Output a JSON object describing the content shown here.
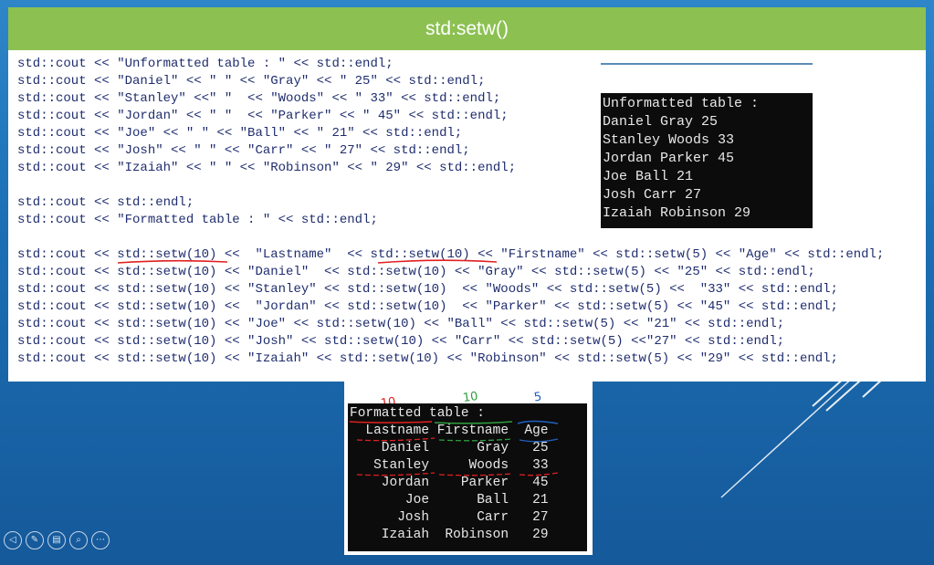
{
  "slide": {
    "title": "std:setw()"
  },
  "code": {
    "lines": [
      "std::cout << \"Unformatted table : \" << std::endl;",
      "std::cout << \"Daniel\" << \" \" << \"Gray\" << \" 25\" << std::endl;",
      "std::cout << \"Stanley\" <<\" \"  << \"Woods\" << \" 33\" << std::endl;",
      "std::cout << \"Jordan\" << \" \"  << \"Parker\" << \" 45\" << std::endl;",
      "std::cout << \"Joe\" << \" \" << \"Ball\" << \" 21\" << std::endl;",
      "std::cout << \"Josh\" << \" \" << \"Carr\" << \" 27\" << std::endl;",
      "std::cout << \"Izaiah\" << \" \" << \"Robinson\" << \" 29\" << std::endl;",
      "",
      "std::cout << std::endl;",
      "std::cout << \"Formatted table : \" << std::endl;",
      "",
      "std::cout << std::setw(10) <<  \"Lastname\"  << std::setw(10) << \"Firstname\" << std::setw(5) << \"Age\" << std::endl;",
      "std::cout << std::setw(10) << \"Daniel\"  << std::setw(10) << \"Gray\" << std::setw(5) << \"25\" << std::endl;",
      "std::cout << std::setw(10) << \"Stanley\" << std::setw(10)  << \"Woods\" << std::setw(5) <<  \"33\" << std::endl;",
      "std::cout << std::setw(10) <<  \"Jordan\" << std::setw(10)  << \"Parker\" << std::setw(5) << \"45\" << std::endl;",
      "std::cout << std::setw(10) << \"Joe\" << std::setw(10) << \"Ball\" << std::setw(5) << \"21\" << std::endl;",
      "std::cout << std::setw(10) << \"Josh\" << std::setw(10) << \"Carr\" << std::setw(5) <<\"27\" << std::endl;",
      "std::cout << std::setw(10) << \"Izaiah\" << std::setw(10) << \"Robinson\" << std::setw(5) << \"29\" << std::endl;"
    ]
  },
  "console_unformatted": {
    "lines": [
      "Unformatted table :",
      "Daniel Gray 25",
      "Stanley Woods 33",
      "Jordan Parker 45",
      "Joe Ball 21",
      "Josh Carr 27",
      "Izaiah Robinson 29"
    ]
  },
  "console_formatted": {
    "lines": [
      "Formatted table :",
      "  Lastname Firstname  Age",
      "    Daniel      Gray   25",
      "   Stanley     Woods   33",
      "    Jordan    Parker   45",
      "       Joe      Ball   21",
      "      Josh      Carr   27",
      "    Izaiah  Robinson   29"
    ]
  },
  "annotations": {
    "width_lastname": "10",
    "width_firstname": "10",
    "width_age": "5",
    "colors": {
      "red": "#e02020",
      "green": "#2e9e3e",
      "blue": "#2060c0"
    }
  },
  "toolbar": {
    "icons": [
      "play-icon",
      "pen-icon",
      "slides-icon",
      "zoom-icon",
      "more-icon"
    ],
    "labels": [
      "◁",
      "✎",
      "▤",
      "⌕",
      "⋯"
    ]
  }
}
